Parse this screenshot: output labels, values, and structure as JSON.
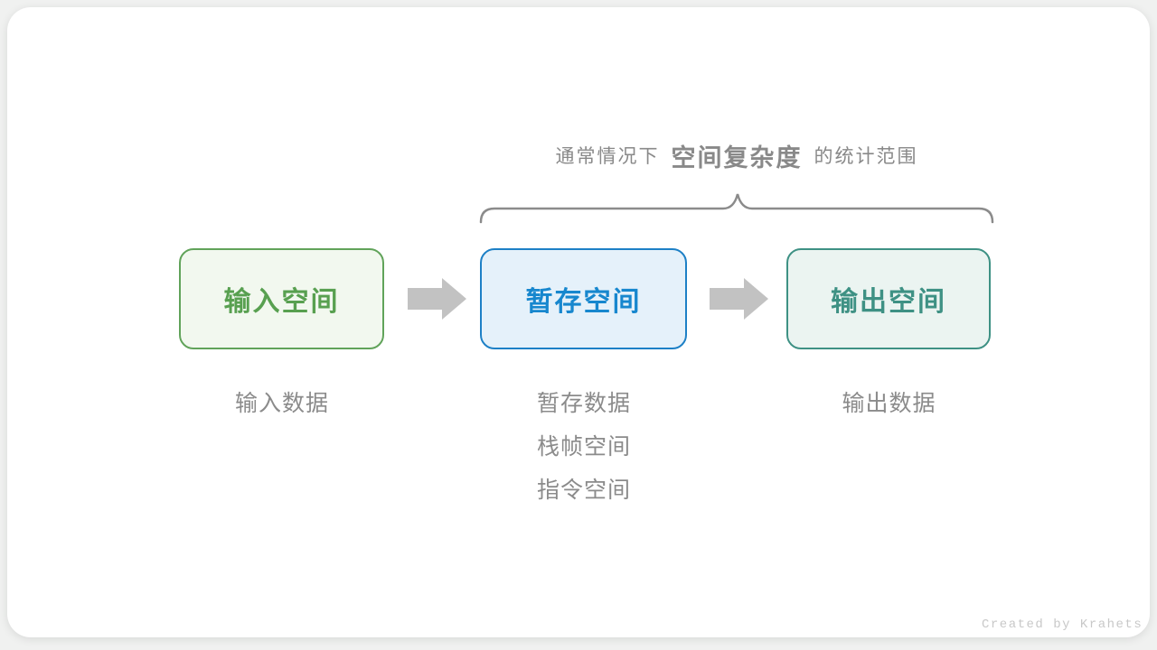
{
  "caption": {
    "prefix": "通常情况下",
    "highlight": "空间复杂度",
    "suffix": "的统计范围",
    "color": "#898989"
  },
  "brace": {
    "color": "#8b8b8b",
    "spans_boxes": [
      "暂存空间",
      "输出空间"
    ]
  },
  "boxes": [
    {
      "id": "input-space",
      "label": "输入空间",
      "text_color": "#58a050",
      "border_color": "#61a35a",
      "fill_color": "#f2f8ef"
    },
    {
      "id": "temp-space",
      "label": "暂存空间",
      "text_color": "#1787ce",
      "border_color": "#1d80c6",
      "fill_color": "#e5f1fa"
    },
    {
      "id": "output-space",
      "label": "输出空间",
      "text_color": "#3e9184",
      "border_color": "#3e9184",
      "fill_color": "#ebf4f1"
    }
  ],
  "arrows": {
    "color": "#c2c2c2",
    "direction": "right",
    "count": 2
  },
  "annotations": [
    {
      "box": "input-space",
      "items": [
        "输入数据"
      ]
    },
    {
      "box": "temp-space",
      "items": [
        "暂存数据",
        "栈帧空间",
        "指令空间"
      ]
    },
    {
      "box": "output-space",
      "items": [
        "输出数据"
      ]
    }
  ],
  "footer": {
    "credit": "Created by Krahets",
    "color": "#c8c8c8"
  },
  "page": {
    "background": "#f0f1f0",
    "card_background": "#ffffff",
    "text_gray": "#8b8b8b"
  }
}
